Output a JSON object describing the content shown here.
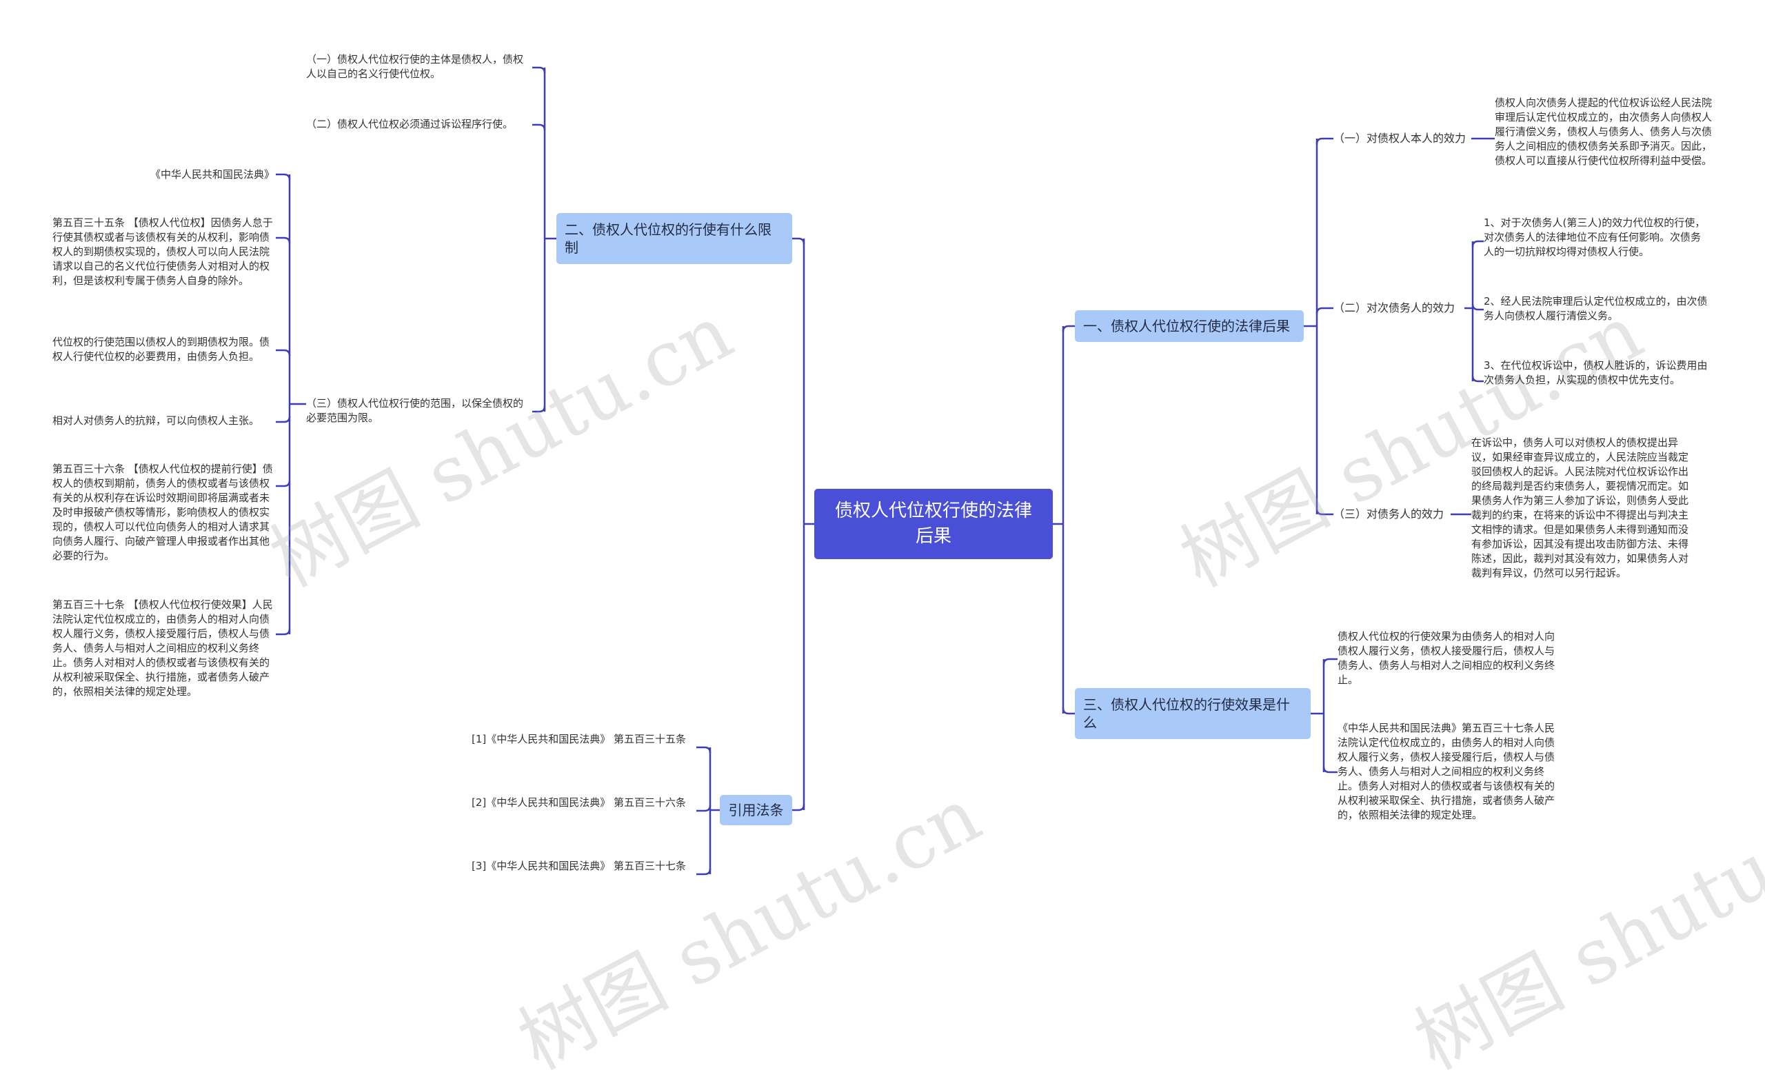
{
  "root": {
    "label": "债权人代位权行使的法律后果"
  },
  "left": {
    "limits": {
      "label": "二、债权人代位权的行使有什么限制",
      "items": [
        {
          "text": "（一）债权人代位权行使的主体是债权人，债权人以自己的名义行使代位权。"
        },
        {
          "text": "（二）债权人代位权必须通过诉讼程序行使。"
        },
        {
          "text": "（三）债权人代位权行使的范围，以保全债权的必要范围为限。"
        }
      ],
      "law_notes": [
        {
          "text": "《中华人民共和国民法典》"
        },
        {
          "text": "第五百三十五条 【债权人代位权】因债务人怠于行使其债权或者与该债权有关的从权利，影响债权人的到期债权实现的，债权人可以向人民法院请求以自己的名义代位行使债务人对相对人的权利，但是该权利专属于债务人自身的除外。"
        },
        {
          "text": "代位权的行使范围以债权人的到期债权为限。债权人行使代位权的必要费用，由债务人负担。"
        },
        {
          "text": "相对人对债务人的抗辩，可以向债权人主张。"
        },
        {
          "text": "第五百三十六条 【债权人代位权的提前行使】债权人的债权到期前，债务人的债权或者与该债权有关的从权利存在诉讼时效期间即将届满或者未及时申报破产债权等情形，影响债权人的债权实现的，债权人可以代位向债务人的相对人请求其向债务人履行、向破产管理人申报或者作出其他必要的行为。"
        },
        {
          "text": "第五百三十七条 【债权人代位权行使效果】人民法院认定代位权成立的，由债务人的相对人向债权人履行义务，债权人接受履行后，债权人与债务人、债务人与相对人之间相应的权利义务终止。债务人对相对人的债权或者与该债权有关的从权利被采取保全、执行措施，或者债务人破产的，依照相关法律的规定处理。"
        }
      ]
    },
    "refs": {
      "label": "引用法条",
      "items": [
        {
          "text": "[1]《中华人民共和国民法典》 第五百三十五条"
        },
        {
          "text": "[2]《中华人民共和国民法典》 第五百三十六条"
        },
        {
          "text": "[3]《中华人民共和国民法典》 第五百三十七条"
        }
      ]
    }
  },
  "right": {
    "consequences": {
      "label": "一、债权人代位权行使的法律后果",
      "subs": [
        {
          "label": "（一）对债权人本人的效力",
          "details": [
            {
              "text": "债权人向次债务人提起的代位权诉讼经人民法院审理后认定代位权成立的，由次债务人向债权人履行清偿义务，债权人与债务人、债务人与次债务人之间相应的债权债务关系即予消灭。因此，债权人可以直接从行使代位权所得利益中受偿。"
            }
          ]
        },
        {
          "label": "（二）对次债务人的效力",
          "details": [
            {
              "text": "1、对于次债务人(第三人)的效力代位权的行使，对次债务人的法律地位不应有任何影响。次债务人的一切抗辩权均得对债权人行使。"
            },
            {
              "text": "2、经人民法院审理后认定代位权成立的，由次债务人向债权人履行清偿义务。"
            },
            {
              "text": "3、在代位权诉讼中，债权人胜诉的，诉讼费用由次债务人负担，从实现的债权中优先支付。"
            }
          ]
        },
        {
          "label": "（三）对债务人的效力",
          "details": [
            {
              "text": "在诉讼中，债务人可以对债权人的债权提出异议，如果经审查异议成立的，人民法院应当裁定驳回债权人的起诉。人民法院对代位权诉讼作出的终局裁判是否约束债务人，要视情况而定。如果债务人作为第三人参加了诉讼，则债务人受此裁判的约束，在将来的诉讼中不得提出与判决主文相悖的请求。但是如果债务人未得到通知而没有参加诉讼，因其没有提出攻击防御方法、未得陈述，因此，裁判对其没有效力，如果债务人对裁判有异议，仍然可以另行起诉。"
            }
          ]
        }
      ]
    },
    "effects": {
      "label": "三、债权人代位权的行使效果是什么",
      "items": [
        {
          "text": "债权人代位权的行使效果为由债务人的相对人向债权人履行义务，债权人接受履行后，债权人与债务人、债务人与相对人之间相应的权利义务终止。"
        },
        {
          "text": "《中华人民共和国民法典》第五百三十七条人民法院认定代位权成立的，由债务人的相对人向债权人履行义务，债权人接受履行后，债权人与债务人、债务人与相对人之间相应的权利义务终止。债务人对相对人的债权或者与该债权有关的从权利被采取保全、执行措施，或者债务人破产的，依照相关法律的规定处理。"
        }
      ]
    }
  },
  "watermark": {
    "text": "树图 shutu.cn"
  },
  "colors": {
    "root": "#4a4fd8",
    "branch": "#a9c9f8",
    "line": "#3d3db8"
  }
}
